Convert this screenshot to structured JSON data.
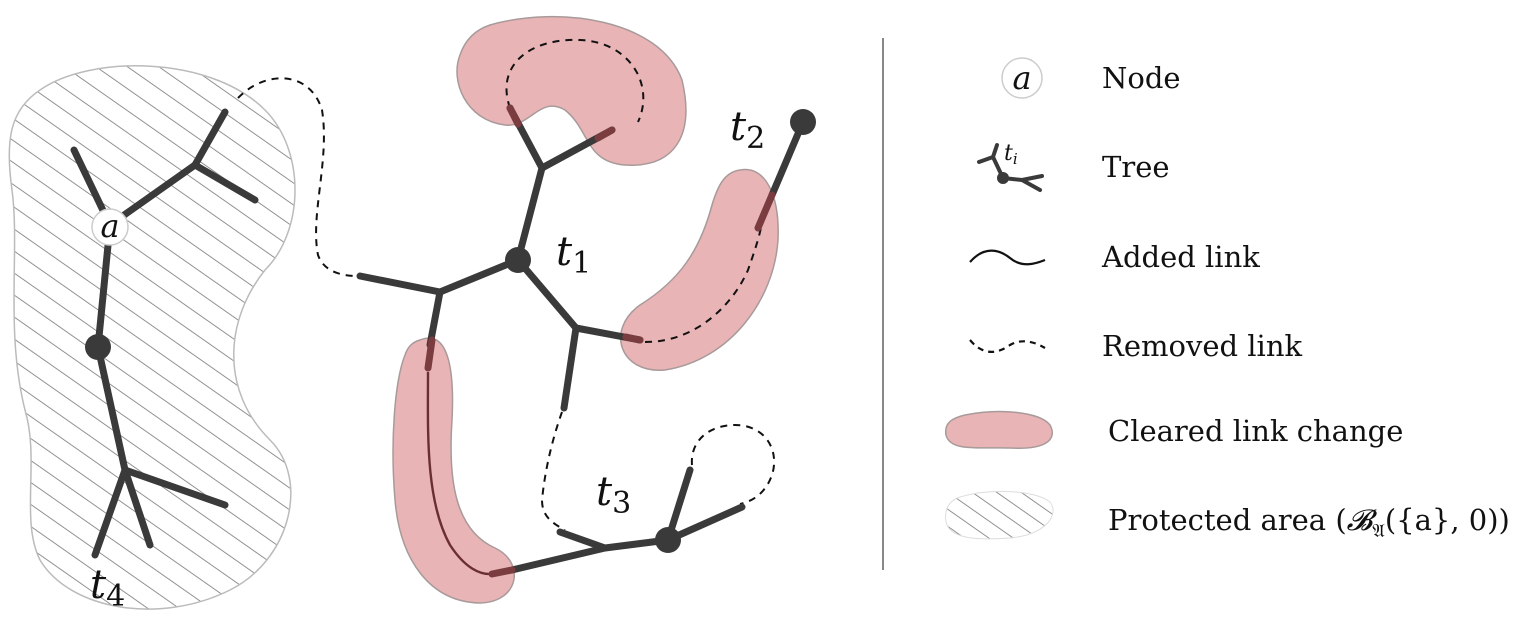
{
  "colors": {
    "tree": "#3a3a3a",
    "cleared_fill": "#e8b4b6",
    "cleared_stroke": "#a89a9a",
    "cleared_link": "#6b2f33",
    "hatch": "#777777",
    "divider": "#888888"
  },
  "labels": {
    "t1": {
      "base": "t",
      "sub": "1"
    },
    "t2": {
      "base": "t",
      "sub": "2"
    },
    "t3": {
      "base": "t",
      "sub": "3"
    },
    "t4": {
      "base": "t",
      "sub": "4"
    },
    "a": "a"
  },
  "legend": {
    "node_symbol": "a",
    "node_label": "Node",
    "tree_symbol": {
      "base": "t",
      "sub": "i"
    },
    "tree_label": "Tree",
    "added_label": "Added link",
    "removed_label": "Removed link",
    "cleared_label": "Cleared link change",
    "protected_label_prefix": "Protected area (",
    "protected_label_math": "𝓑",
    "protected_label_sub": "𝔄",
    "protected_label_suffix": "({a}, 0))"
  }
}
